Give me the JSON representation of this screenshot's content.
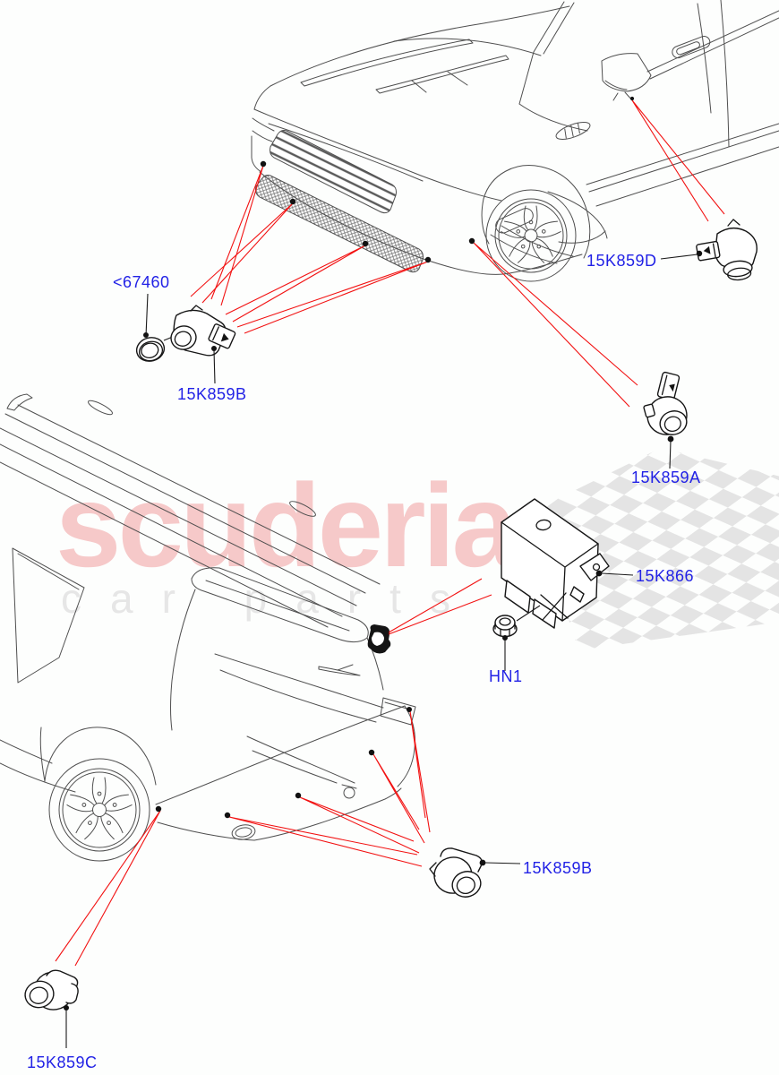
{
  "watermark": {
    "brand": "scuderia",
    "tagline": "car parts"
  },
  "parts": {
    "front_grommet": {
      "label": "<67460"
    },
    "front_sensor": {
      "label": "15K859B"
    },
    "side_sensor": {
      "label": "15K859D"
    },
    "corner_sensor": {
      "label": "15K859A"
    },
    "control_module": {
      "label": "15K866"
    },
    "module_nut": {
      "label": "HN1"
    },
    "rear_sensor": {
      "label": "15K859B"
    },
    "rear_corner_sensor": {
      "label": "15K859C"
    }
  },
  "colors": {
    "part_label_blue": "#2222e6",
    "leader_red": "#f21212",
    "drawing_gray": "#4f4f4f",
    "watermark_pink": "#f6c9c9",
    "watermark_gray": "#e6e6e6",
    "flag_gray": "#e3e3e3"
  }
}
